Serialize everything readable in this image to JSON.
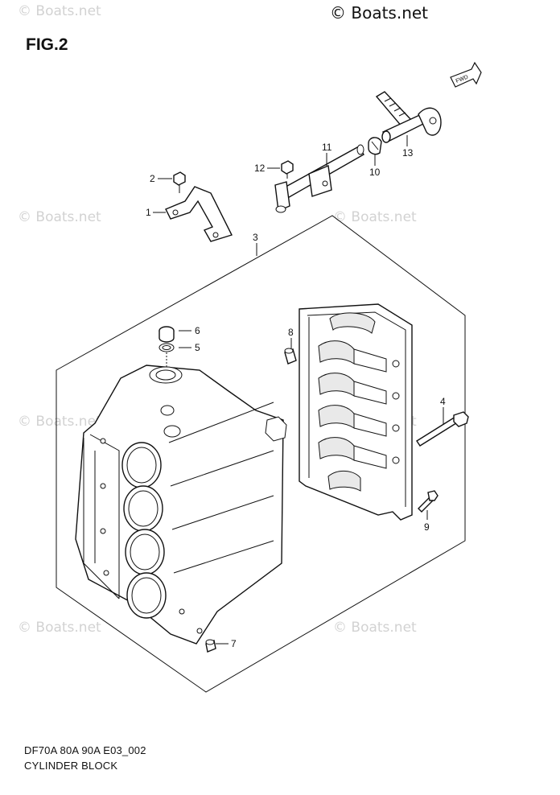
{
  "watermark": {
    "brand": "© Boats.net",
    "faint": "© Boats.net"
  },
  "figure_label": "FIG.2",
  "footer": {
    "model_code": "DF70A 80A 90A E03_002",
    "title": "CYLINDER BLOCK"
  },
  "fwd_label": "FWD",
  "callouts": [
    {
      "id": "1",
      "label": "1"
    },
    {
      "id": "2",
      "label": "2"
    },
    {
      "id": "3",
      "label": "3"
    },
    {
      "id": "4",
      "label": "4"
    },
    {
      "id": "5",
      "label": "5"
    },
    {
      "id": "6",
      "label": "6"
    },
    {
      "id": "7",
      "label": "7"
    },
    {
      "id": "8",
      "label": "8"
    },
    {
      "id": "9",
      "label": "9"
    },
    {
      "id": "10",
      "label": "10"
    },
    {
      "id": "11",
      "label": "11"
    },
    {
      "id": "12",
      "label": "12"
    },
    {
      "id": "13",
      "label": "13"
    }
  ],
  "colors": {
    "line": "#111111",
    "watermark": "#d2d2d2",
    "background": "#ffffff"
  }
}
